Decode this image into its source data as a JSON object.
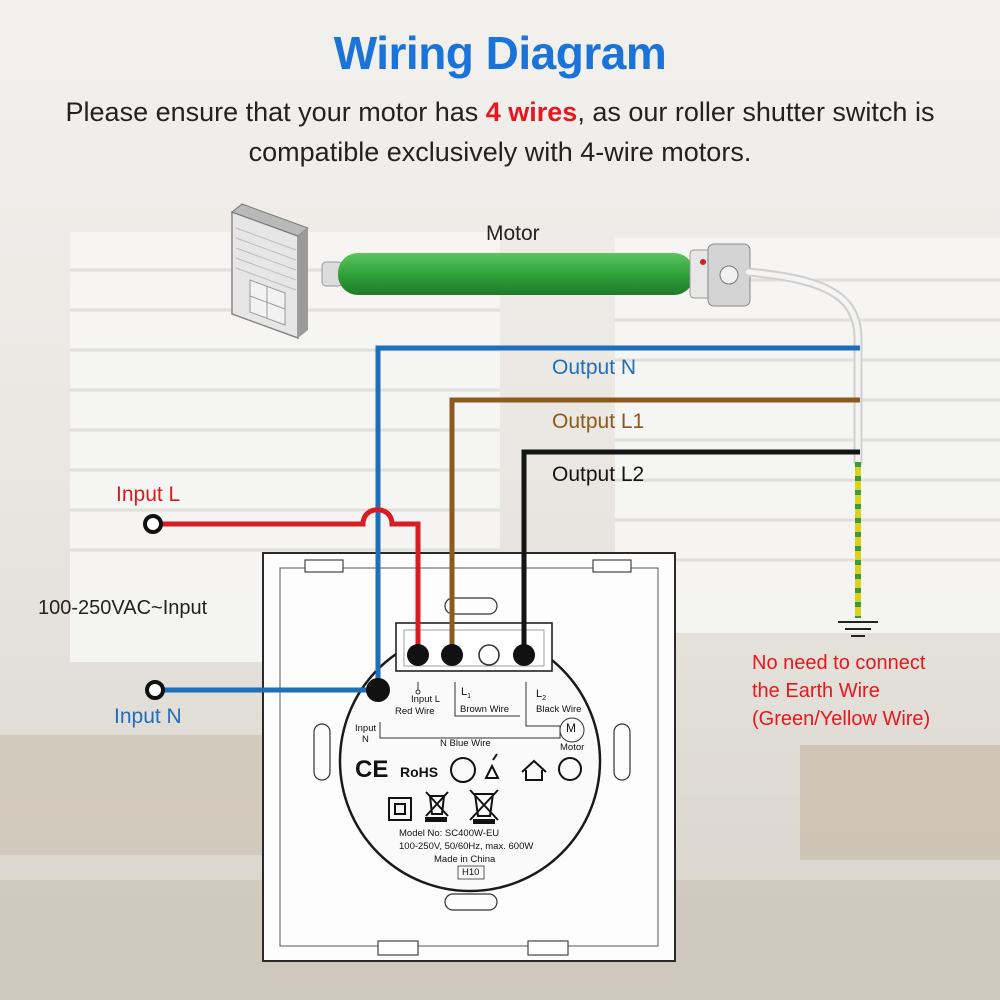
{
  "title": "Wiring Diagram",
  "subtitle": {
    "before": "Please ensure that your motor has ",
    "highlight": "4 wires",
    "after": ", as our roller shutter switch is compatible exclusively with 4-wire motors."
  },
  "labels": {
    "motor": "Motor",
    "output_n": "Output N",
    "output_l1": "Output L1",
    "output_l2": "Output L2",
    "input_l": "Input L",
    "input_n": "Input N",
    "voltage_input": "100-250VAC~Input",
    "earth_note_1": "No need to connect",
    "earth_note_2": "the Earth Wire",
    "earth_note_3": "(Green/Yellow Wire)"
  },
  "switch_back": {
    "term_input_l": "Input L",
    "term_red_wire": "Red Wire",
    "term_l1": "L",
    "term_l1_sub": "1",
    "term_brown_wire": "Brown Wire",
    "term_l2": "L",
    "term_l2_sub": "2",
    "term_black_wire": "Black Wire",
    "term_input_n_1": "Input",
    "term_input_n_2": "N",
    "term_n_blue": "N   Blue Wire",
    "motor_symbol": "M",
    "motor_word": "Motor",
    "cert_ce": "CE",
    "cert_rohs": "RoHS",
    "model_no": "Model No: SC400W-EU",
    "rating": "100-250V, 50/60Hz, max. 600W",
    "made_in": "Made in China",
    "batch": "H10"
  },
  "colors": {
    "title_blue": "#1a73d9",
    "highlight_red": "#e8161d",
    "wire_blue": "#1f6fb8",
    "wire_brown": "#8b5a1c",
    "wire_black": "#141414",
    "wire_red": "#d81c24",
    "earth_yellow": "#d9d21e",
    "earth_green": "#3c9a3c",
    "motor_green": "#2fa33a"
  }
}
